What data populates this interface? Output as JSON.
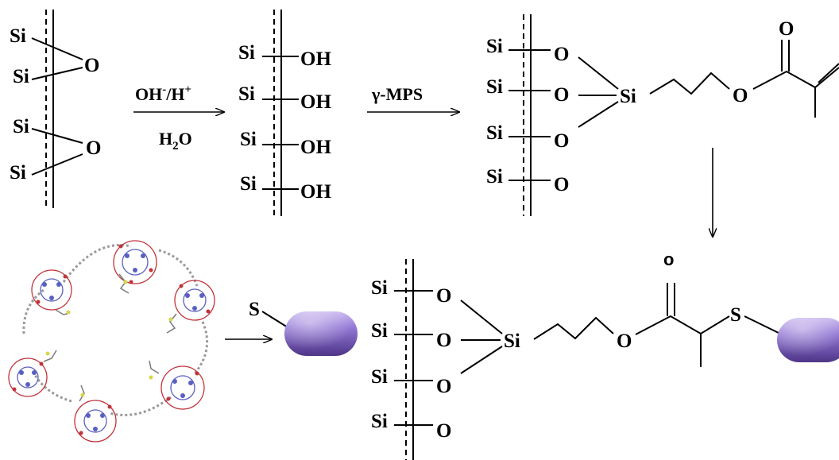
{
  "atoms": {
    "si": "Si",
    "o": "O",
    "oh": "OH",
    "s": "S",
    "o_carbonyl_lower": "o"
  },
  "arrows": {
    "hydrolysis_top_main": "OH",
    "hydrolysis_top_sup1": "-",
    "hydrolysis_top_mid": "/H",
    "hydrolysis_top_sup2": "+",
    "hydrolysis_bottom_main": "H",
    "hydrolysis_bottom_sub": "2",
    "hydrolysis_bottom_end": "O",
    "silanization": "γ-MPS"
  },
  "colors": {
    "ink": "#000000",
    "capsule_light": "#b8a4e6",
    "capsule_mid": "#8a6bcf",
    "capsule_dark": "#5a3f96",
    "mof_red": "#c0333a",
    "mof_blue": "#5a5fc0",
    "mof_grey": "#8a8a8a",
    "mof_yellow": "#d6d64a"
  }
}
